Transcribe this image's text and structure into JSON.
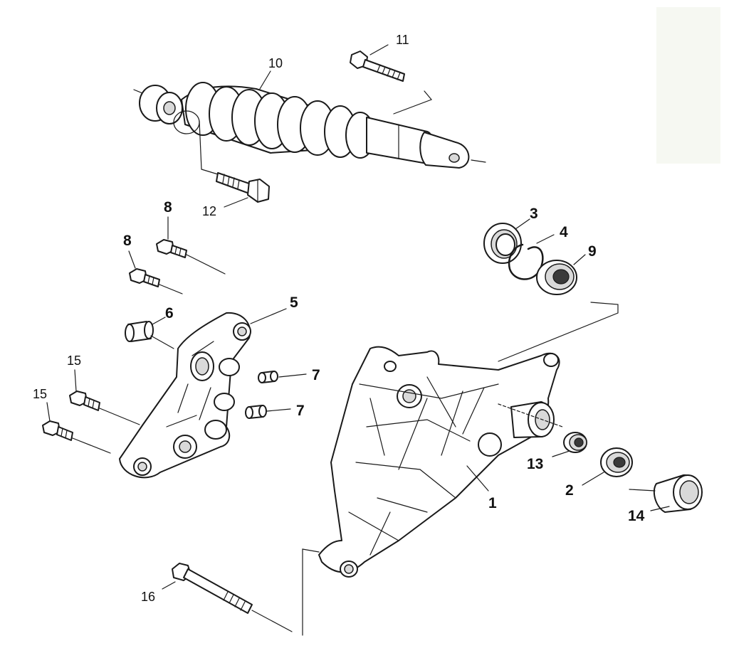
{
  "diagram": {
    "callouts": {
      "c1": "1",
      "c2": "2",
      "c3": "3",
      "c4": "4",
      "c5": "5",
      "c6": "6",
      "c7a": "7",
      "c7b": "7",
      "c8a": "8",
      "c8b": "8",
      "c9": "9",
      "c10": "10",
      "c11": "11",
      "c12": "12",
      "c13": "13",
      "c14": "14",
      "c15a": "15",
      "c15b": "15",
      "c16": "16"
    }
  }
}
